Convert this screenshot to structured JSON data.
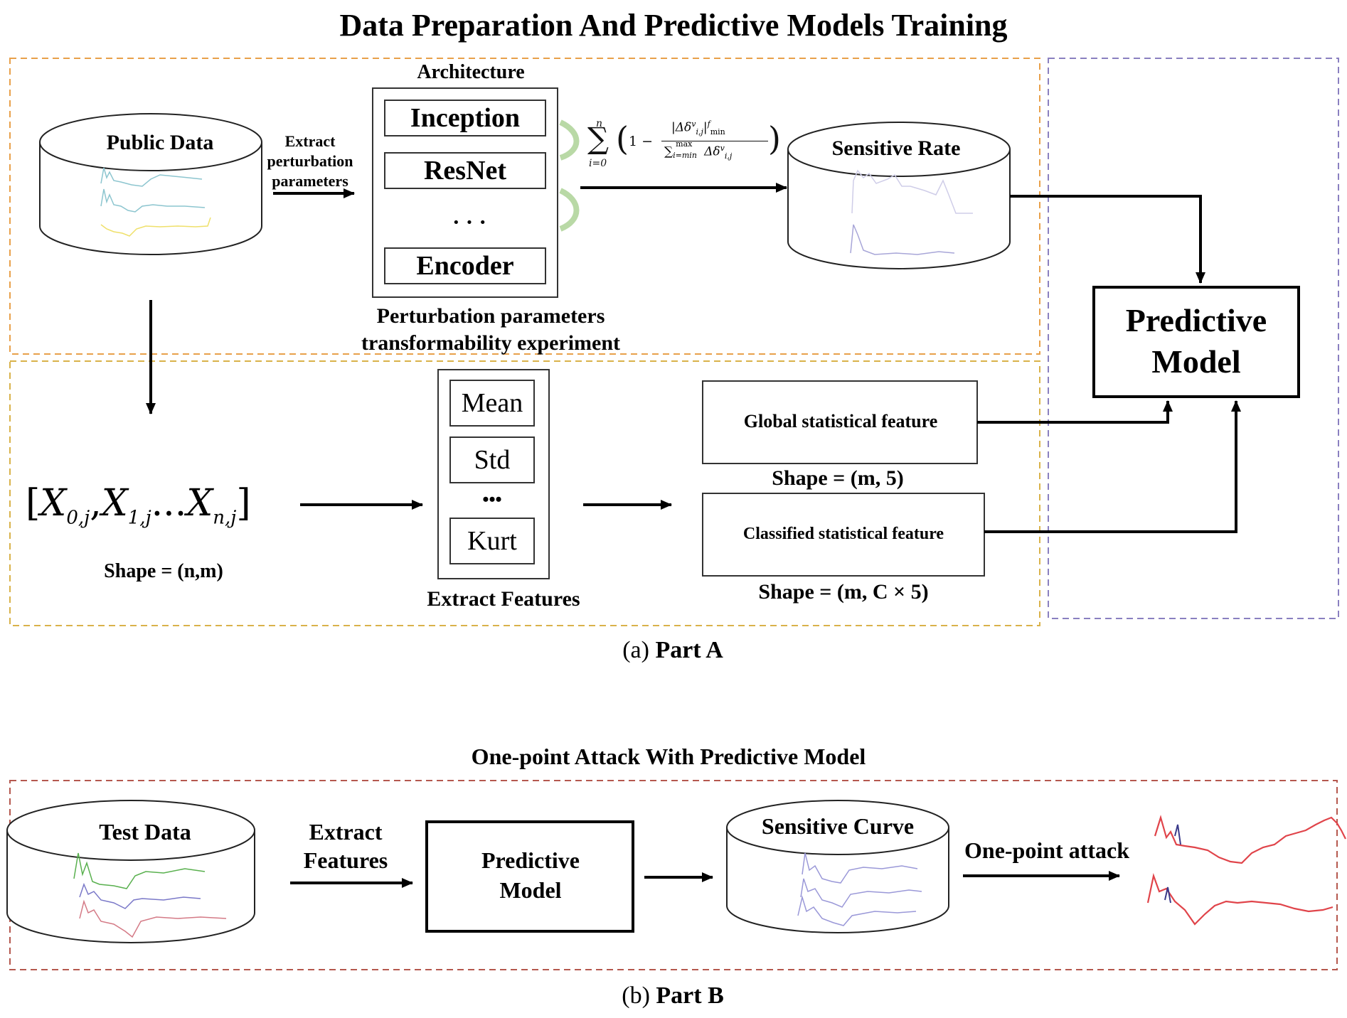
{
  "title": "Data Preparation And Predictive Models Training",
  "part_a": {
    "caption_prefix": "(a)",
    "caption_bold": "Part A",
    "public_data": "Public Data",
    "extract_label_1": "Extract",
    "extract_label_2": "perturbation",
    "extract_label_3": "parameters",
    "architecture_title": "Architecture",
    "models": [
      "Inception",
      "ResNet",
      "· · ·",
      "Encoder"
    ],
    "arch_caption_1": "Perturbation parameters",
    "arch_caption_2": "transformability experiment",
    "formula": {
      "sum_top": "n",
      "sum_bottom": "i=0",
      "one_minus": "1 −",
      "numerator": "|Δδ",
      "numerator_sup": "v",
      "numerator_sub": "i,j",
      "numerator_end": "|",
      "numerator_pow": "f",
      "numerator_powsub": "min",
      "denominator": "∑",
      "den_top": "max",
      "den_bottom": "i=min",
      "den_term": "Δδ",
      "den_sup": "v",
      "den_sub": "i,j"
    },
    "sensitive_rate": "Sensitive Rate",
    "predictive_model_1": "Predictive",
    "predictive_model_2": "Model",
    "matrix": "[X",
    "matrix_parts": [
      "0,j",
      "1,j",
      "n,j"
    ],
    "shape_nm": "Shape = (n,m)",
    "features": [
      "Mean",
      "Std",
      "•••",
      "Kurt"
    ],
    "extract_features": "Extract Features",
    "global_feature": "Global statistical feature",
    "shape_m5": "Shape = (m, 5)",
    "classified_feature": "Classified statistical feature",
    "shape_mc5": "Shape = (m, C × 5)"
  },
  "part_b": {
    "title": "One-point Attack With Predictive Model",
    "caption_prefix": "(b)",
    "caption_bold": "Part B",
    "test_data": "Test Data",
    "extract_1": "Extract",
    "extract_2": "Features",
    "predictive_1": "Predictive",
    "predictive_2": "Model",
    "sensitive_curve": "Sensitive Curve",
    "one_point_attack": "One-point attack"
  },
  "colors": {
    "orange_dash": "#e8a04a",
    "gold_dash": "#d9b24a",
    "purple_dash": "#8a80c0",
    "red_dash": "#b5584e",
    "teal_curve": "#8cc5cf",
    "yellow_curve": "#efe06a",
    "green_curve": "#59b04e",
    "blue_curve": "#7a78c8",
    "red_curve": "#e0444a",
    "green_arrow": "#b9d9a6"
  }
}
